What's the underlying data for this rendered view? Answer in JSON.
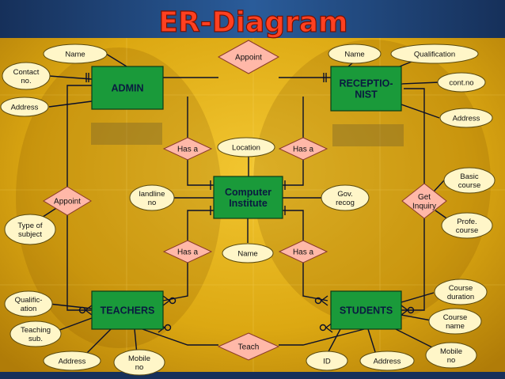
{
  "title": "ER-Diagram",
  "colors": {
    "entity_fill": "#1a9a3a",
    "entity_text": "#0a1a40",
    "attribute_fill": "#fff6c8",
    "relation_fill": "#ffb8a8",
    "line": "#0a0f2a",
    "page_bg": "#e0b018",
    "title_fill": "#ff4020"
  },
  "entities": {
    "admin": "ADMIN",
    "receptionist": "RECEPTIO-\nNIST",
    "computer_institute": "Computer\nInstitute",
    "teachers": "TEACHERS",
    "students": "STUDENTS"
  },
  "relationships": {
    "appoint_top": "Appoint",
    "has_a_admin": "Has a",
    "has_a_receptionist": "Has a",
    "has_a_teachers": "Has a",
    "has_a_students": "Has a",
    "appoint_left": "Appoint",
    "get_inquiry": "Get\nInquiry",
    "teach": "Teach"
  },
  "attributes": {
    "admin_name": "Name",
    "admin_contact": "Contact\nno.",
    "admin_address": "Address",
    "rec_name": "Name",
    "rec_qualification": "Qualification",
    "rec_contno": "cont.no",
    "rec_address": "Address",
    "ci_location": "Location",
    "ci_landline": "landline\nno",
    "ci_govrecog": "Gov.\nrecog",
    "ci_name": "Name",
    "type_of_subject": "Type of\nsubject",
    "basic_course": "Basic\ncourse",
    "prof_course": "Profe.\ncourse",
    "t_qualification": "Qualific-\nation",
    "t_teaching_sub": "Teaching\nsub.",
    "t_address": "Address",
    "t_mobile": "Mobile\nno",
    "s_course_duration": "Course\nduration",
    "s_course_name": "Course\nname",
    "s_mobile": "Mobile\nno",
    "s_id": "ID",
    "s_address": "Address"
  }
}
